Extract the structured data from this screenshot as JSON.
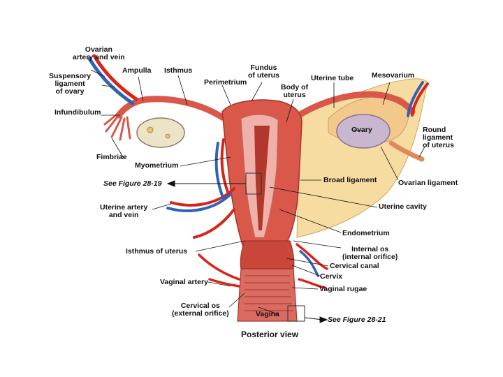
{
  "colors": {
    "muscle": "#d9584a",
    "muscle_dark": "#b2382c",
    "endometrium": "#f0b1ab",
    "ligament": "#f6dca0",
    "artery": "#d9241b",
    "vein": "#2f63b5",
    "ovary": "#c9b6cf",
    "leader": "#111111"
  },
  "labels": {
    "ovarian_vessels": "Ovarian\nartery and vein",
    "suspensory": "Suspensory\nligament\nof ovary",
    "ampulla": "Ampulla",
    "isthmus": "Isthmus",
    "fundus": "Fundus\nof uterus",
    "perimetrium": "Perimetrium",
    "body_uterus": "Body of\nuterus",
    "uterine_tube": "Uterine tube",
    "mesovarium": "Mesovarium",
    "infundibulum": "Infundibulum",
    "ovary": "Ovary",
    "round_ligament": "Round\nligament\nof uterus",
    "fimbriae": "Fimbriae",
    "myometrium": "Myometrium",
    "see_fig_19": "See Figure 28-19",
    "broad_ligament": "Broad ligament",
    "ovarian_ligament": "Ovarian ligament",
    "uterine_vessels": "Uterine artery\nand vein",
    "uterine_cavity": "Uterine cavity",
    "endometrium": "Endometrium",
    "isthmus_uterus": "Isthmus of uterus",
    "internal_os": "Internal os\n(internal orifice)",
    "cervical_canal": "Cervical canal",
    "cervix": "Cervix",
    "vaginal_artery": "Vaginal artery",
    "vaginal_rugae": "Vaginal rugae",
    "cervical_os": "Cervical os\n(external orifice)",
    "vagina": "Vagina",
    "see_fig_21": "See Figure 28-21"
  },
  "caption": "Posterior view"
}
